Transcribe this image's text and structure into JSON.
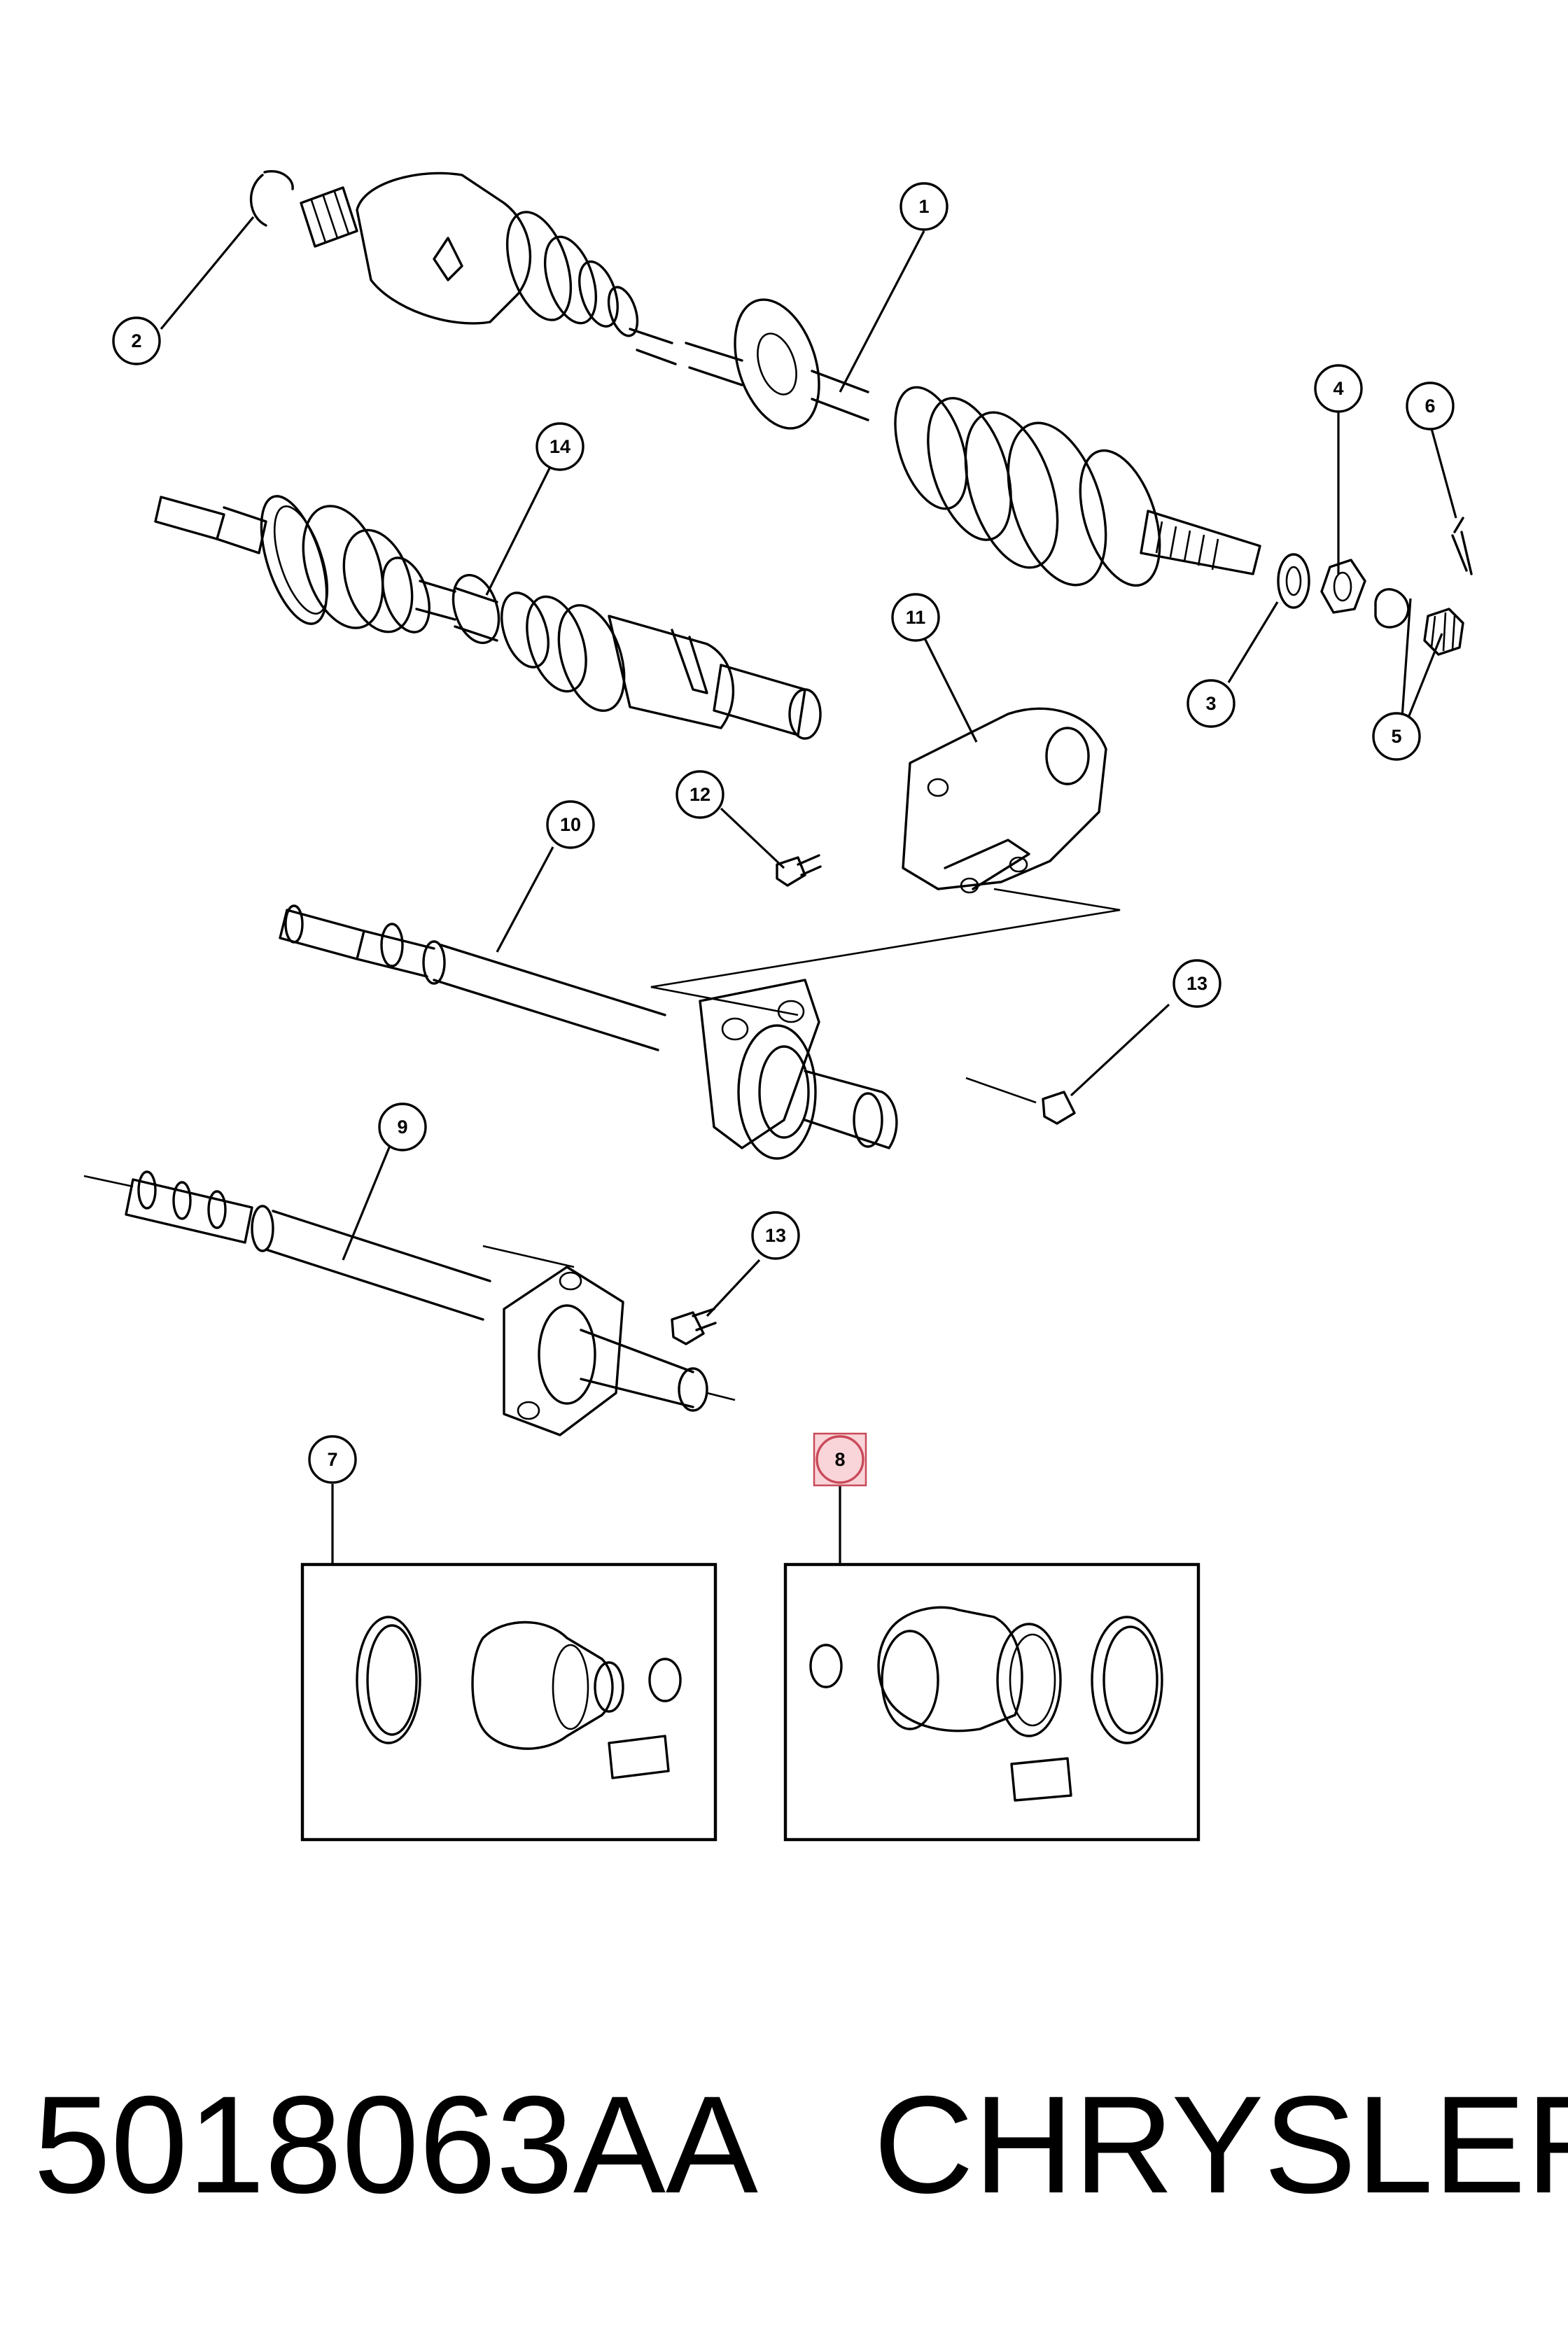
{
  "callouts": [
    {
      "id": "1",
      "highlighted": false
    },
    {
      "id": "2",
      "highlighted": false
    },
    {
      "id": "3",
      "highlighted": false
    },
    {
      "id": "4",
      "highlighted": false
    },
    {
      "id": "5",
      "highlighted": false
    },
    {
      "id": "6",
      "highlighted": false
    },
    {
      "id": "7",
      "highlighted": false
    },
    {
      "id": "8",
      "highlighted": true
    },
    {
      "id": "9",
      "highlighted": false
    },
    {
      "id": "10",
      "highlighted": false
    },
    {
      "id": "11",
      "highlighted": false
    },
    {
      "id": "12",
      "highlighted": false
    },
    {
      "id": "13",
      "highlighted": false
    },
    {
      "id": "14",
      "highlighted": false
    }
  ],
  "caption": {
    "part_number": "5018063AA",
    "brand": "CHRYSLER"
  },
  "colors": {
    "line": "#000000",
    "highlight_fill": "#f9d4d8",
    "highlight_stroke": "#c94a5a",
    "background": "#ffffff"
  }
}
